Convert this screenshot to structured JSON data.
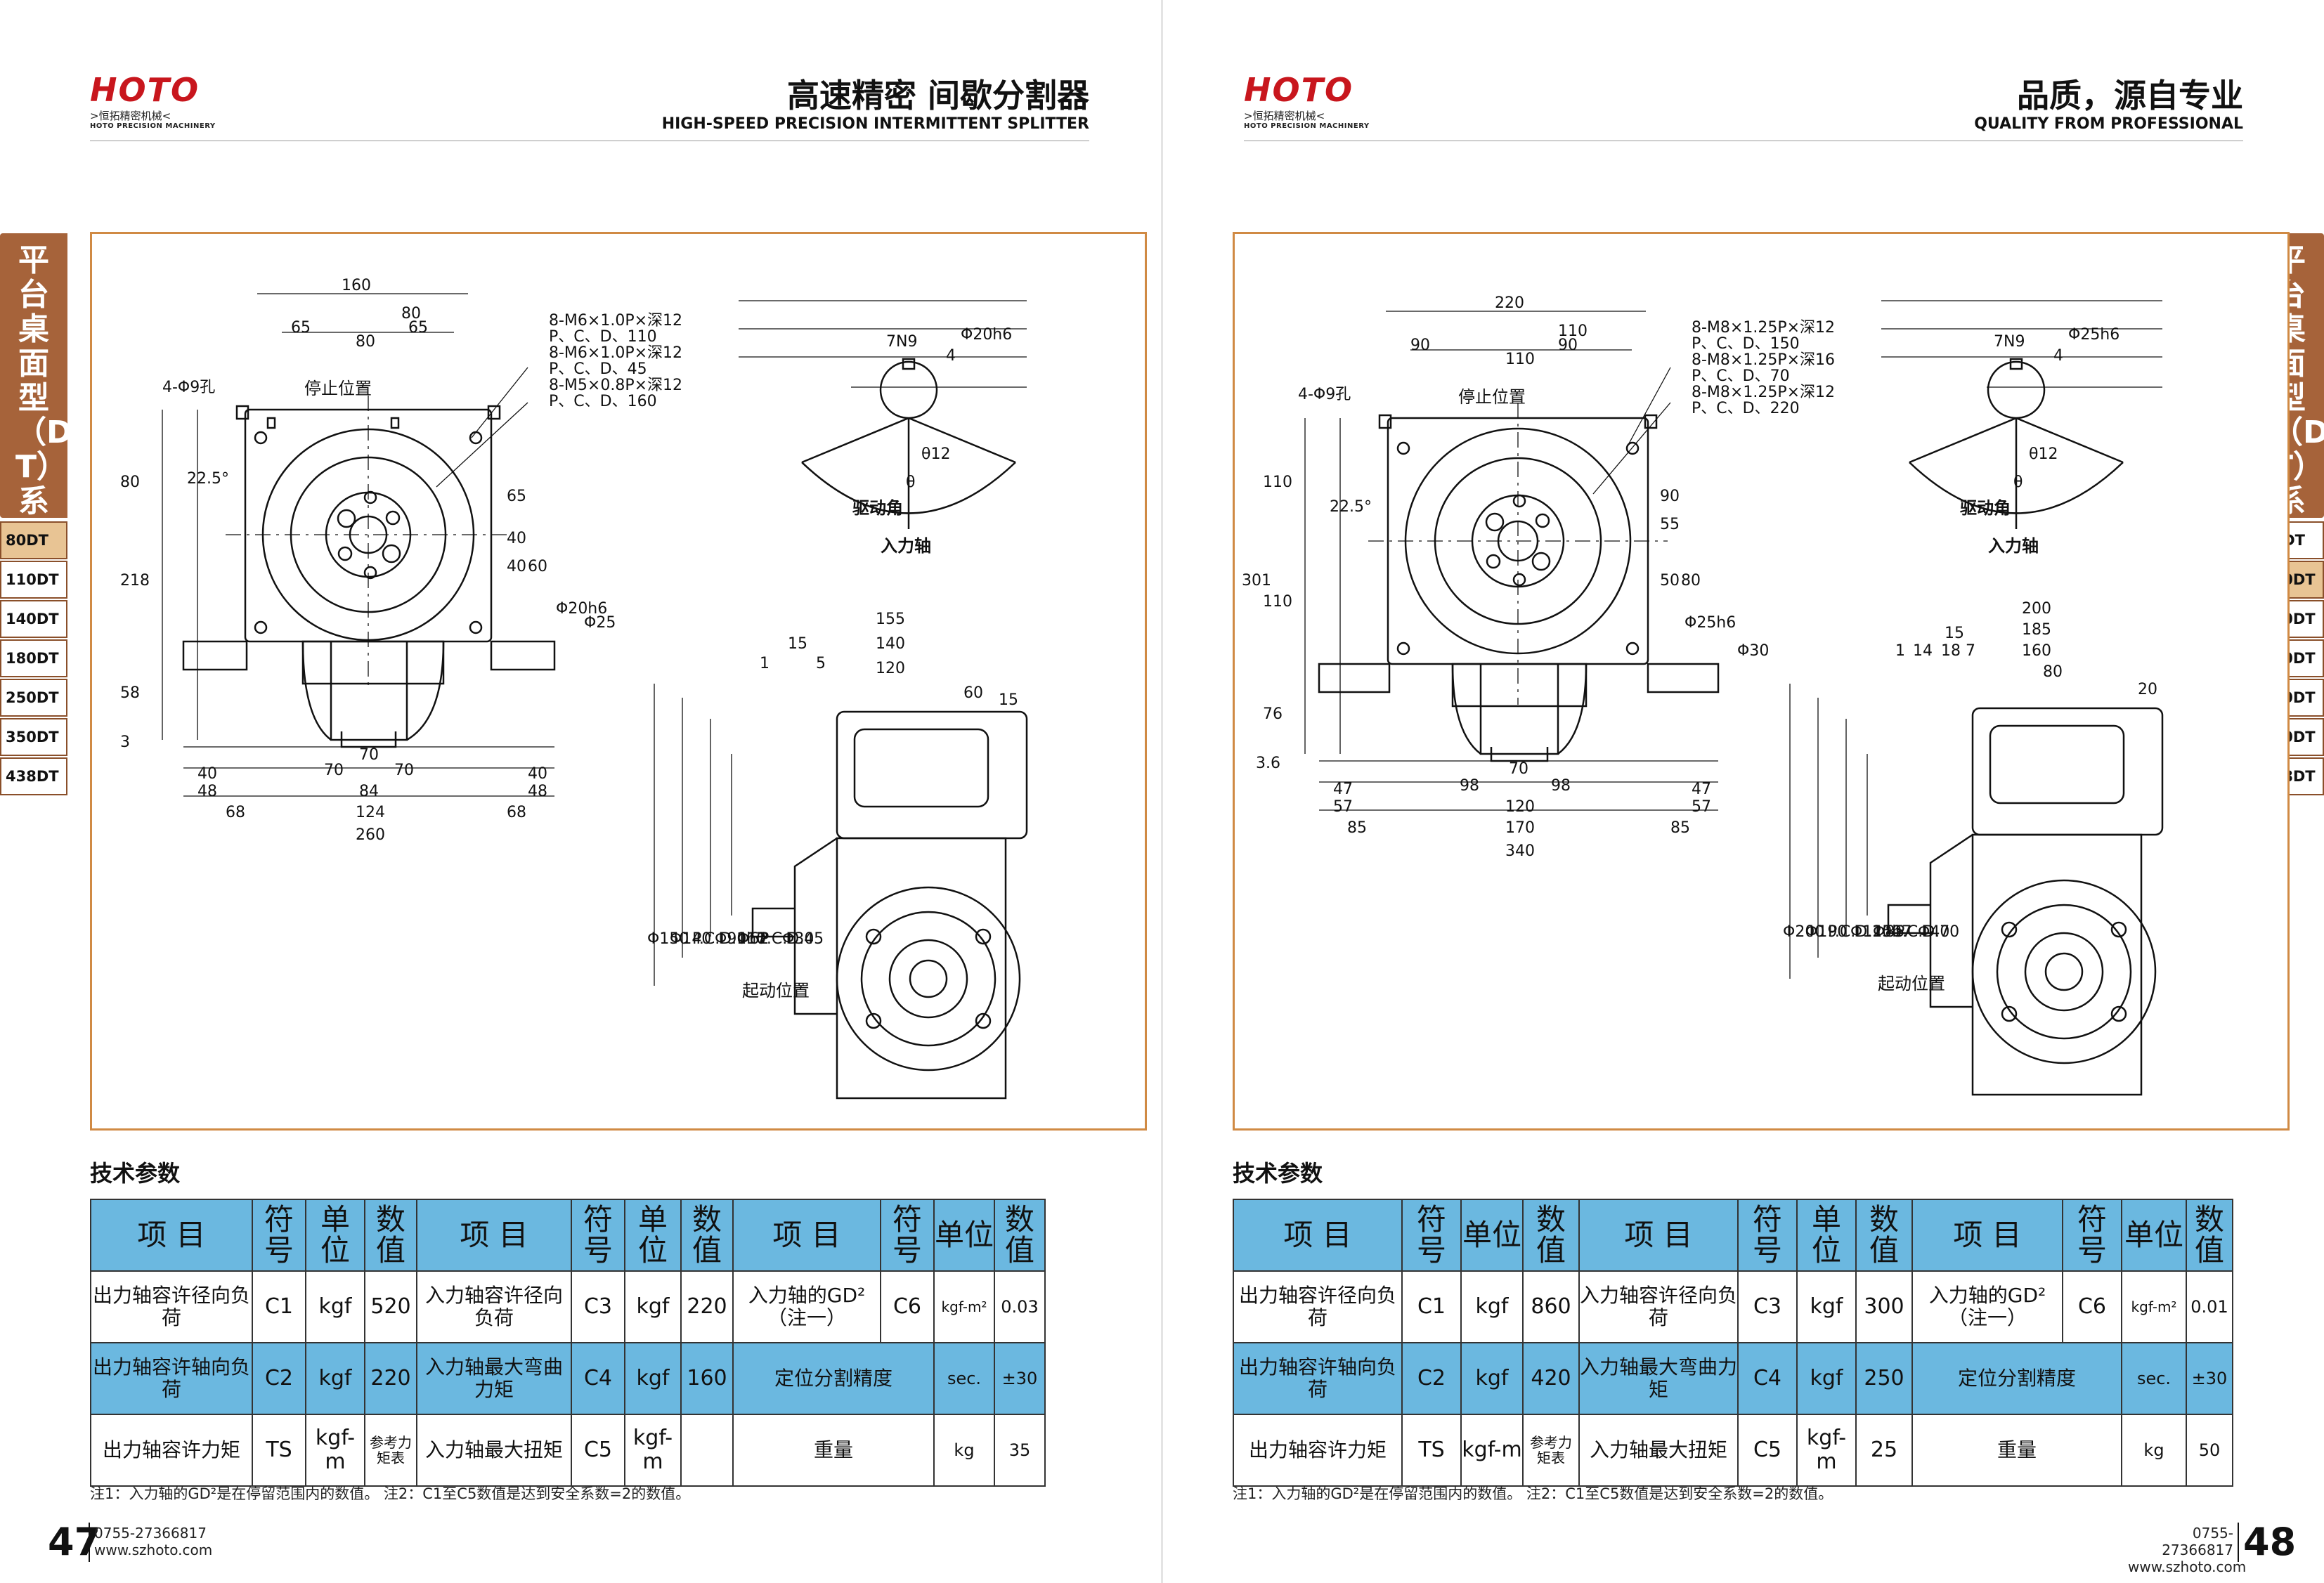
{
  "brand": {
    "logo": "HOTO",
    "name_cn": ">恒拓精密机械<",
    "name_en": "HOTO PRECISION MACHINERY"
  },
  "left_page": {
    "header_cn": "高速精密  间歇分割器",
    "header_en": "HIGH-SPEED PRECISION INTERMITTENT SPLITTER",
    "page_number": "47",
    "phone": "0755-27366817",
    "website": "www.szhoto.com"
  },
  "right_page": {
    "header_cn": "品质，源自专业",
    "header_en": "QUALITY FROM PROFESSIONAL",
    "page_number": "48",
    "phone": "0755-27366817",
    "website": "www.szhoto.com"
  },
  "side_tab": {
    "title": "平台桌面型（DT）系列",
    "models": [
      "80DT",
      "110DT",
      "140DT",
      "180DT",
      "250DT",
      "350DT",
      "438DT"
    ],
    "active_left": "80DT",
    "active_right": "110DT"
  },
  "drawing_labels": {
    "stop_position": "停止位置",
    "start_position": "起动位置",
    "drive_angle": "驱动角",
    "input_shaft": "入力轴",
    "keyway": "7N9",
    "theta": "θ",
    "theta12": "θ12",
    "hole4": "4-Φ9孔",
    "angle": "22.5°"
  },
  "drawing_80dt": {
    "top_dims": [
      "160",
      "80",
      "65",
      "80",
      "65"
    ],
    "callouts": [
      "8-M6×1.0P×深12",
      "P、C、D、110",
      "8-M6×1.0P×深12",
      "P、C、D、45",
      "8-M5×0.8P×深12",
      "P、C、D、160"
    ],
    "left_dims": [
      "80",
      "218",
      "58",
      "3"
    ],
    "right_dims": [
      "65",
      "40",
      "40",
      "60",
      "Φ20h6",
      "Φ25"
    ],
    "bottom_dims": [
      "40",
      "48",
      "68",
      "70",
      "70",
      "70",
      "84",
      "124",
      "40",
      "48",
      "68",
      "260"
    ],
    "side_top_dims": [
      "155",
      "140",
      "120",
      "60",
      "15",
      "1",
      "15",
      "5"
    ],
    "side_left_dims": [
      "Φ150",
      "Φ140",
      "P.C.D.110",
      "Φ90h7",
      "Φ62",
      "P.C.D.45",
      "Φ30"
    ],
    "input_dims": [
      "Φ20h6",
      "4"
    ]
  },
  "drawing_110dt": {
    "top_dims": [
      "220",
      "110",
      "90",
      "110",
      "90"
    ],
    "callouts": [
      "8-M8×1.25P×深12",
      "P、C、D、150",
      "8-M8×1.25P×深16",
      "P、C、D、70",
      "8-M8×1.25P×深12",
      "P、C、D、220"
    ],
    "left_dims": [
      "110",
      "110",
      "301",
      "76",
      "3.6"
    ],
    "right_dims": [
      "90",
      "55",
      "50",
      "80",
      "Φ25h6",
      "Φ30"
    ],
    "bottom_dims": [
      "47",
      "57",
      "85",
      "70",
      "98",
      "98",
      "120",
      "170",
      "47",
      "57",
      "85",
      "340"
    ],
    "side_top_dims": [
      "200",
      "185",
      "160",
      "80",
      "20",
      "15",
      "1",
      "14",
      "18",
      "7"
    ],
    "side_left_dims": [
      "Φ200",
      "Φ190",
      "P.C.D.150",
      "Φ120h7",
      "Φ85",
      "P.C.D.70",
      "Φ40"
    ],
    "input_dims": [
      "Φ25h6",
      "4"
    ]
  },
  "tech": {
    "title": "技术参数",
    "headers": [
      "项 目",
      "符号",
      "单位",
      "数值",
      "项 目",
      "符号",
      "单位",
      "数值",
      "项 目",
      "符号",
      "单位",
      "数值"
    ],
    "row_labels": {
      "r1a": "出力轴容许径向负荷",
      "r1b": "入力轴容许径向负荷",
      "r1c": "入力轴的GD²（注一）",
      "r2a": "出力轴容许轴向负荷",
      "r2b": "入力轴最大弯曲力矩",
      "r2c": "定位分割精度",
      "r3a": "出力轴容许力矩",
      "r3b": "入力轴最大扭矩",
      "r3c": "重量"
    },
    "symbols": {
      "C1": "C1",
      "C2": "C2",
      "TS": "TS",
      "C3": "C3",
      "C4": "C4",
      "C5": "C5",
      "C6": "C6"
    },
    "units": {
      "kgf": "kgf",
      "kgfm": "kgf-m",
      "kgfm2": "kgf-m²",
      "sec": "sec.",
      "kg": "kg"
    },
    "ref_table": "参考力矩表"
  },
  "tech_80dt": {
    "c1": "520",
    "c3": "220",
    "c6": "0.03",
    "c2": "220",
    "c4": "160",
    "acc": "±30",
    "ts": "",
    "c5": "",
    "weight": "35"
  },
  "tech_110dt": {
    "c1": "860",
    "c3": "300",
    "c6": "0.01",
    "c2": "420",
    "c4": "250",
    "acc": "±30",
    "ts": "",
    "c5": "25",
    "weight": "50"
  },
  "footnote": "注1：入力轴的GD²是在停留范围内的数值。  注2：C1至C5数值是达到安全系数=2的数值。",
  "colors": {
    "brand_red": "#c8161d",
    "tab_brown": "#a6633a",
    "frame_orange": "#d08a44",
    "table_blue": "#6bb8e0"
  }
}
